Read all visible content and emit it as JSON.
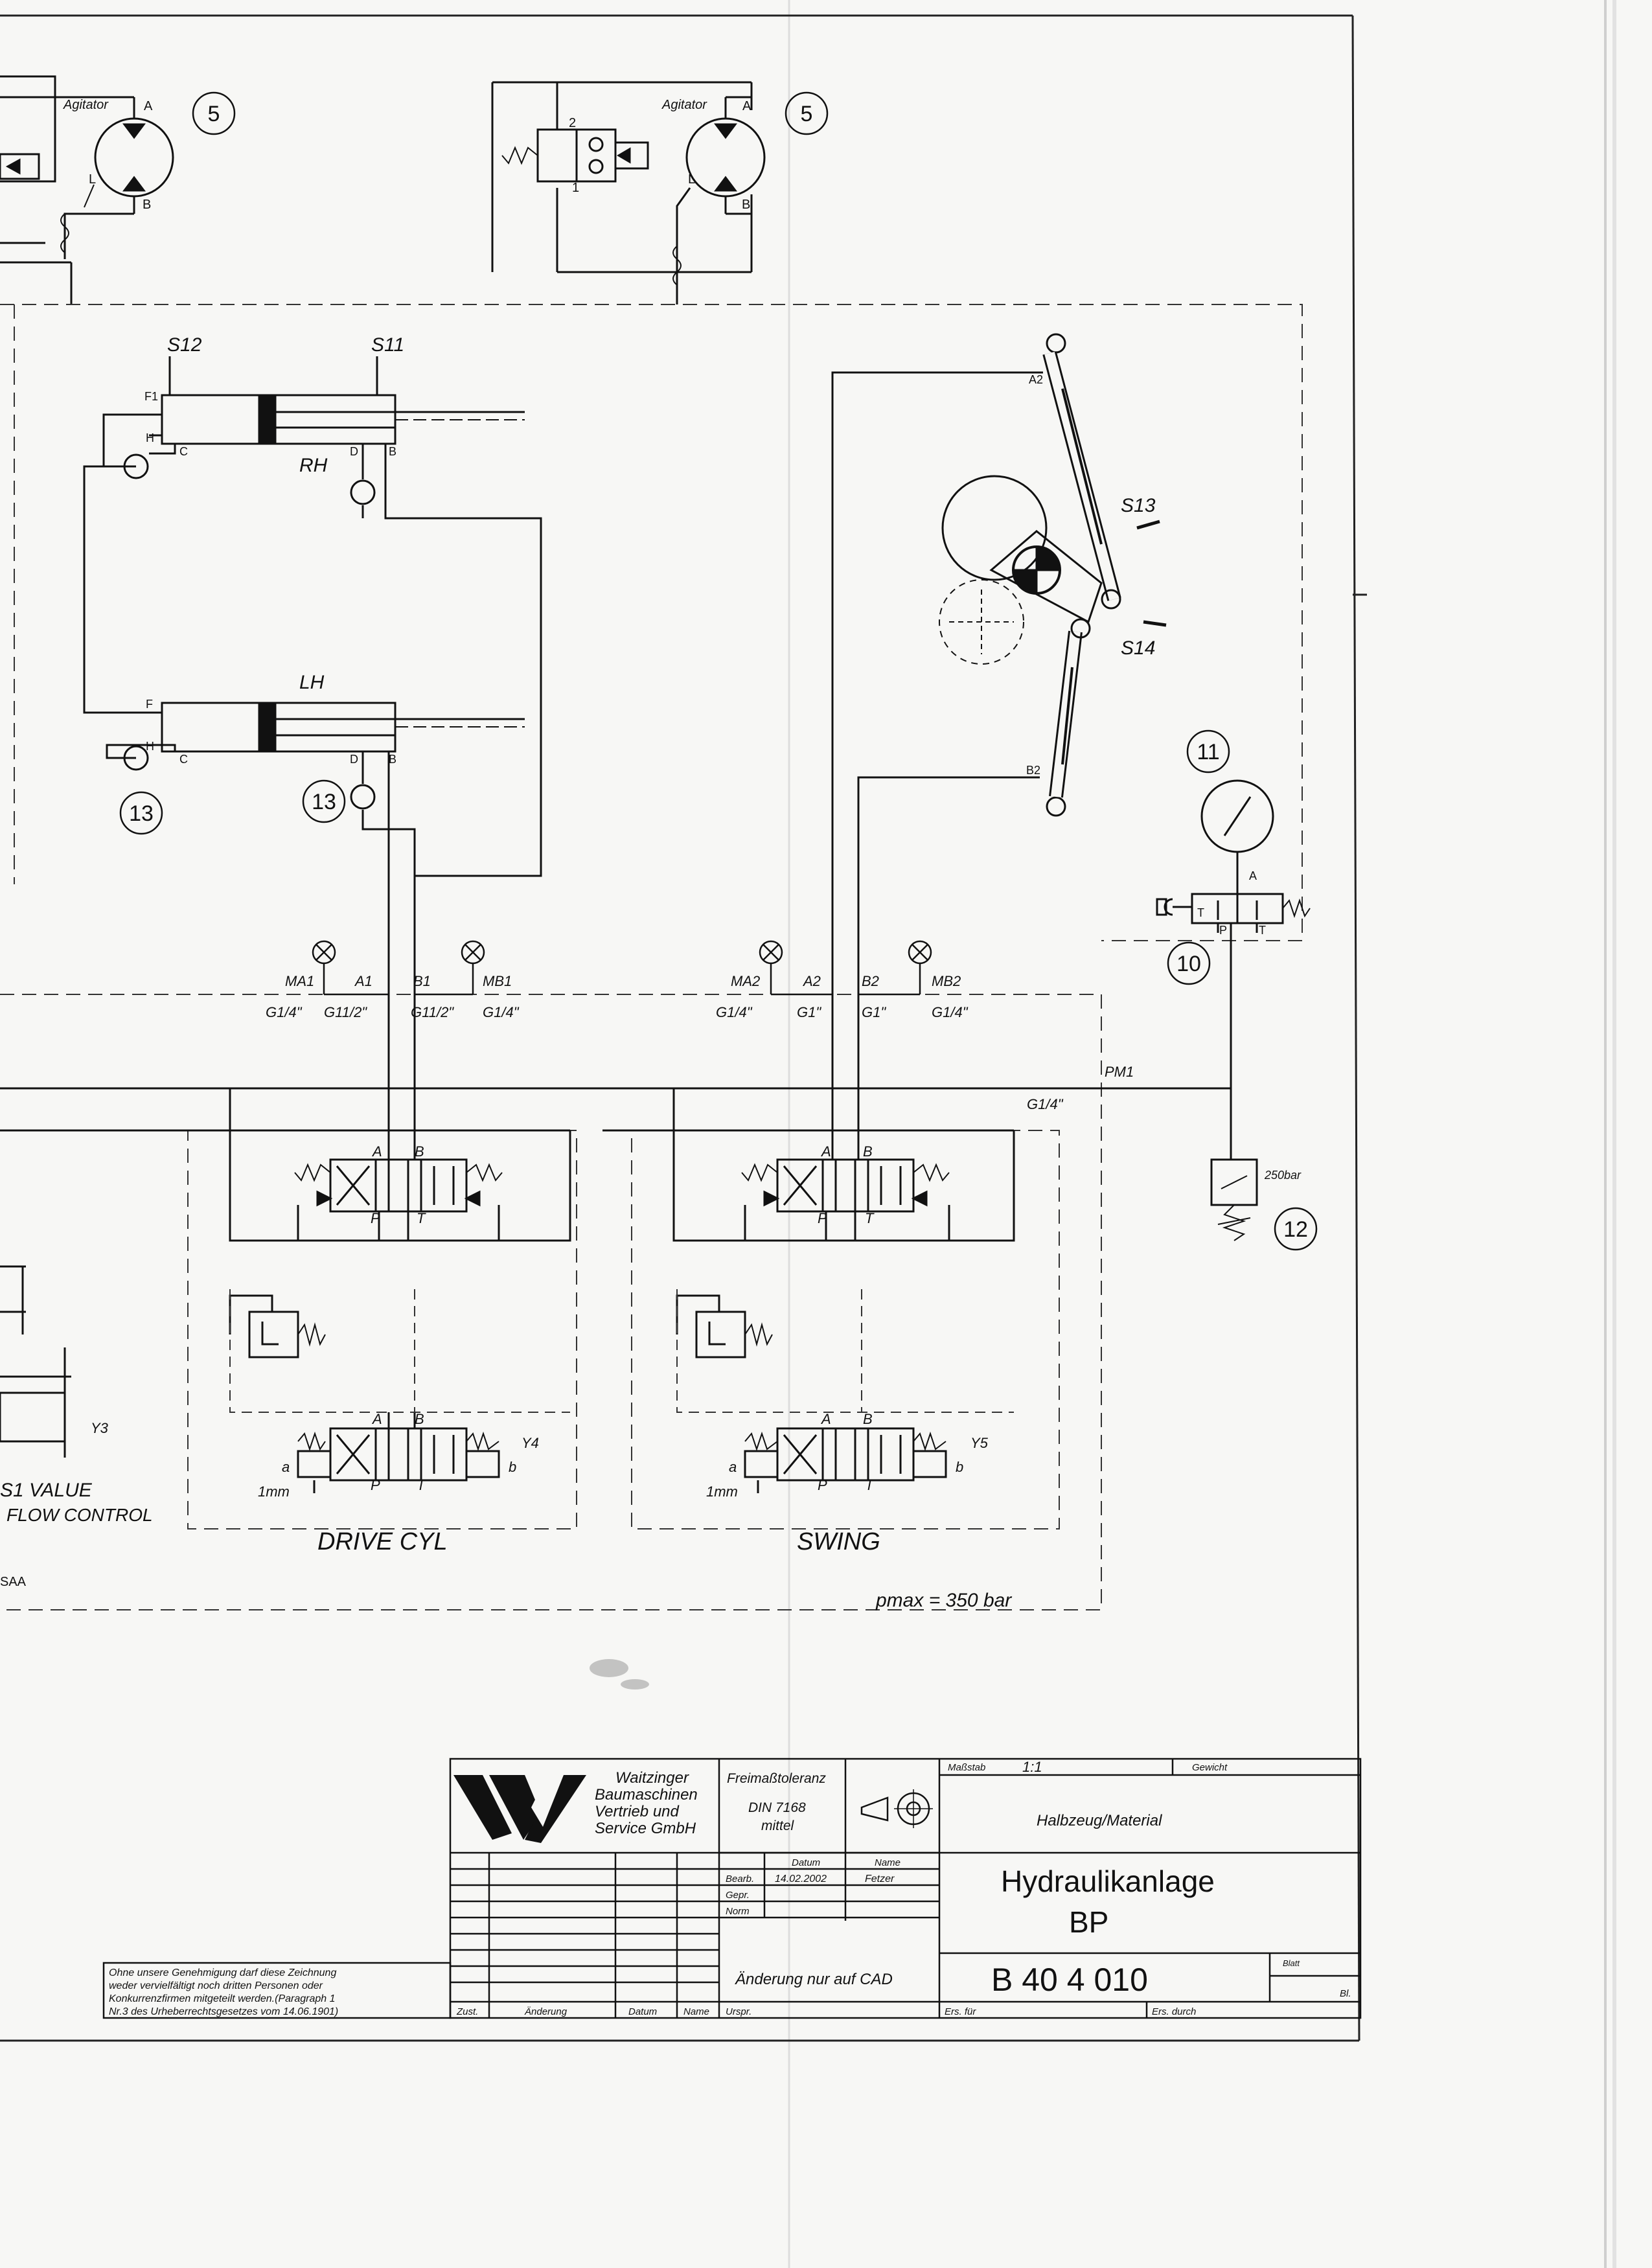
{
  "agitators": {
    "left": {
      "label": "Agitator",
      "port_a": "A",
      "port_b": "B",
      "port_l": "L",
      "callout": "5"
    },
    "right": {
      "label": "Agitator",
      "port_a": "A",
      "port_b": "B",
      "port_l": "L",
      "callout": "5"
    },
    "valve_port_2": "2",
    "valve_port_1": "1"
  },
  "cylinders": {
    "rh": {
      "label": "RH",
      "sensor_left": "S12",
      "sensor_right": "S11",
      "port_f": "F1",
      "port_h": "H",
      "port_c": "C",
      "port_d": "D",
      "port_b": "B"
    },
    "lh": {
      "label": "LH",
      "port_f": "F",
      "port_h": "H",
      "port_c": "C",
      "port_d": "D",
      "port_b": "B",
      "callout_left": "13",
      "callout_right": "13"
    }
  },
  "swing": {
    "port_a2": "A2",
    "port_b2": "B2",
    "sensor_top": "S13",
    "sensor_bottom": "S14"
  },
  "gauge": {
    "callout": "11",
    "valve_callout": "10",
    "port_a": "A",
    "port_p": "P",
    "port_t1": "T",
    "port_t2": "T"
  },
  "pressure_switch": {
    "label": "250bar",
    "callout": "12"
  },
  "test_points": {
    "ma1": "MA1",
    "a1": "A1",
    "b1": "B1",
    "mb1": "MB1",
    "ma1_size": "G1/4\"",
    "a1_size": "G11/2\"",
    "b1_size": "G11/2\"",
    "mb1_size": "G1/4\"",
    "ma2": "MA2",
    "a2": "A2",
    "b2": "B2",
    "mb2": "MB2",
    "ma2_size": "G1/4\"",
    "a2_size": "G1\"",
    "b2_size": "G1\"",
    "mb2_size": "G1/4\"",
    "pm1": "PM1",
    "pm1_size": "G1/4\""
  },
  "valve_sections": {
    "drive": {
      "a": "A",
      "b": "B",
      "p": "P",
      "t": "T",
      "a2": "A",
      "b2": "B",
      "p2": "P",
      "t2": "T",
      "pilot_a": "a",
      "pilot_b": "b",
      "solenoid": "Y4",
      "orifice": "1mm"
    },
    "swing": {
      "a": "A",
      "b": "B",
      "p": "P",
      "t": "T",
      "a2": "A",
      "b2": "B",
      "p2": "P",
      "t2": "T",
      "pilot_a": "a",
      "pilot_b": "b",
      "solenoid": "Y5",
      "orifice": "1mm"
    },
    "left_solenoid": "Y3"
  },
  "handwriting": {
    "drive": "DRIVE CYL",
    "swing": "SWING",
    "valve_note_1": "S1 VALUE",
    "valve_note_2": "FLOW CONTROL",
    "edge_code": "SAA"
  },
  "pmax": "pmax = 350 bar",
  "title_block": {
    "company_line1": "Waitzinger",
    "company_line2": "Baumaschinen",
    "company_line3": "Vertrieb und",
    "company_line4": "Service GmbH",
    "tolerance_title": "Freimaßtoleranz",
    "tolerance_std": "DIN 7168",
    "tolerance_class": "mittel",
    "scale_label": "Maßstab",
    "scale_value": "1:1",
    "weight_label": "Gewicht",
    "material_label": "Halbzeug/Material",
    "col_datum": "Datum",
    "col_name": "Name",
    "row_bearb": "Bearb.",
    "row_gepr": "Gepr.",
    "row_norm": "Norm",
    "bearb_date": "14.02.2002",
    "bearb_name": "Fetzer",
    "title_line1": "Hydraulikanlage",
    "title_line2": "BP",
    "cad_note": "Änderung nur auf CAD",
    "drawing_number": "B  40  4  010",
    "sheet_label": "Blatt",
    "sheet_total_label": "Bl.",
    "ers_fuer": "Ers. für",
    "ers_durch": "Ers. durch",
    "rev_zust": "Zust.",
    "rev_aenderung": "Änderung",
    "rev_datum": "Datum",
    "rev_name": "Name",
    "rev_urspr": "Urspr.",
    "copyright": [
      "Ohne unsere   Genehmigung darf diese Zeichnung",
      "weder vervielfältigt noch  dritten  Personen  oder",
      "Konkurrenzfirmen  mitgeteilt  werden.(Paragraph  1",
      "Nr.3 des Urheberrechtsgesetzes vom 14.06.1901)"
    ]
  }
}
